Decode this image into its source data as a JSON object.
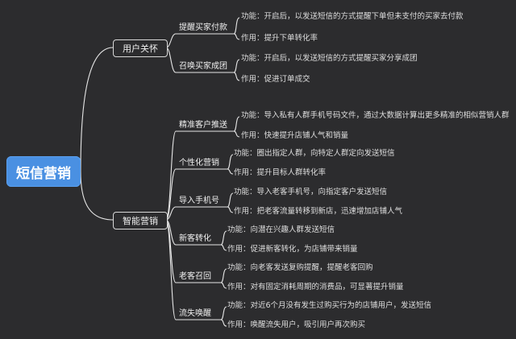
{
  "root": {
    "label": "短信营销"
  },
  "branches": [
    {
      "label": "用户关怀",
      "children": [
        {
          "label": "提醒买家付款",
          "leaves": [
            "功能：开启后，以发送短信的方式提醒下单但未支付的买家去付款",
            "作用：提升下单转化率"
          ]
        },
        {
          "label": "召唤买家成团",
          "leaves": [
            "功能：开启后，以发送短信的方式提醒买家分享成团",
            "作用：促进订单成交"
          ]
        }
      ]
    },
    {
      "label": "智能营销",
      "children": [
        {
          "label": "精准客户推送",
          "leaves": [
            "功能：导入私有人群手机号码文件，通过大数据计算出更多精准的相似营销人群",
            "作用：快速提升店铺人气和销量"
          ]
        },
        {
          "label": "个性化营销",
          "leaves": [
            "功能：圈出指定人群，向特定人群定向发送短信",
            "作用：提升目标人群转化率"
          ]
        },
        {
          "label": "导入手机号",
          "leaves": [
            "功能：导入老客手机号，向指定客户发送短信",
            "作用：把老客流量转移到新店，迅速增加店铺人气"
          ]
        },
        {
          "label": "新客转化",
          "leaves": [
            "功能：向潜在兴趣人群发送短信",
            "作用：促进新客转化，为店铺带来销量"
          ]
        },
        {
          "label": "老客召回",
          "leaves": [
            "功能：向老客发送复购提醒，提醒老客回购",
            "作用：对有固定消耗周期的消费品，可显著提升销量"
          ]
        },
        {
          "label": "流失唤醒",
          "leaves": [
            "功能：对近6个月没有发生过购买行为的店铺用户，发送短信",
            "作用：唤醒流失用户，吸引用户再次购买"
          ]
        }
      ]
    }
  ],
  "colors": {
    "background": "#2c2c2e",
    "root": "#4a90e2",
    "line": "#e6e6e6",
    "text": "#e8e8e8"
  }
}
